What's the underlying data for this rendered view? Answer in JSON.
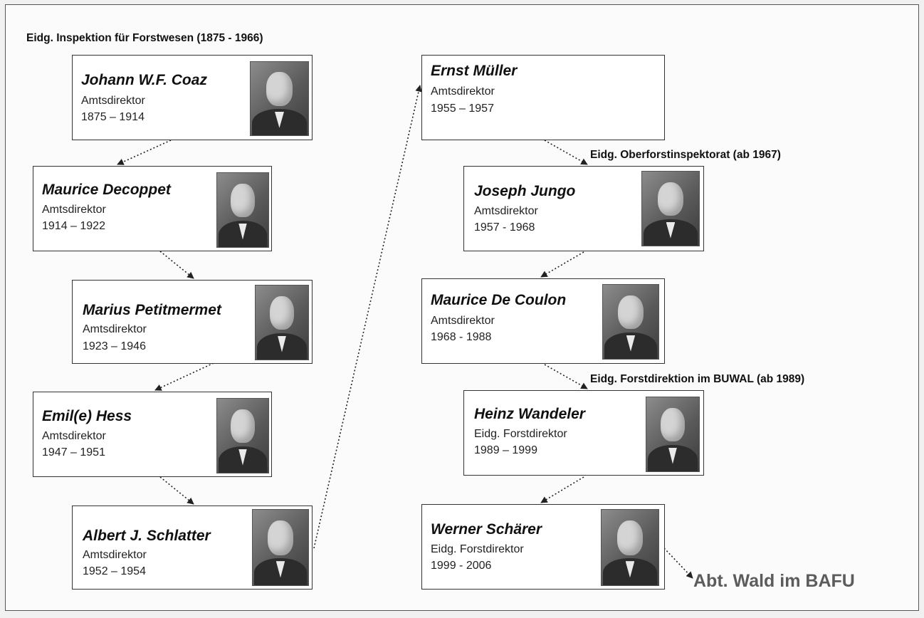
{
  "headers": {
    "inspektion": "Eidg. Inspektion für Forstwesen (1875 - 1966)",
    "oberforst": "Eidg. Oberforstinspektorat (ab 1967)",
    "forstdirektion": "Eidg. Forstdirektion im BUWAL (ab 1989)"
  },
  "directors": [
    {
      "name": "Johann W.F. Coaz",
      "role": "Amtsdirektor",
      "years": "1875 – 1914"
    },
    {
      "name": "Maurice Decoppet",
      "role": "Amtsdirektor",
      "years": "1914 – 1922"
    },
    {
      "name": "Marius Petitmermet",
      "role": "Amtsdirektor",
      "years": "1923 – 1946"
    },
    {
      "name": "Emil(e) Hess",
      "role": "Amtsdirektor",
      "years": "1947 – 1951"
    },
    {
      "name": "Albert J. Schlatter",
      "role": "Amtsdirektor",
      "years": "1952 – 1954"
    },
    {
      "name": "Ernst Müller",
      "role": "Amtsdirektor",
      "years": "1955 – 1957"
    },
    {
      "name": "Joseph Jungo",
      "role": "Amtsdirektor",
      "years": "1957 - 1968"
    },
    {
      "name": "Maurice De Coulon",
      "role": "Amtsdirektor",
      "years": "1968 - 1988"
    },
    {
      "name": "Heinz Wandeler",
      "role": "Eidg. Forstdirektor",
      "years": "1989 – 1999"
    },
    {
      "name": "Werner Schärer",
      "role": "Eidg. Forstdirektor",
      "years": "1999 - 2006"
    }
  ],
  "successor": "Abt. Wald im BAFU"
}
